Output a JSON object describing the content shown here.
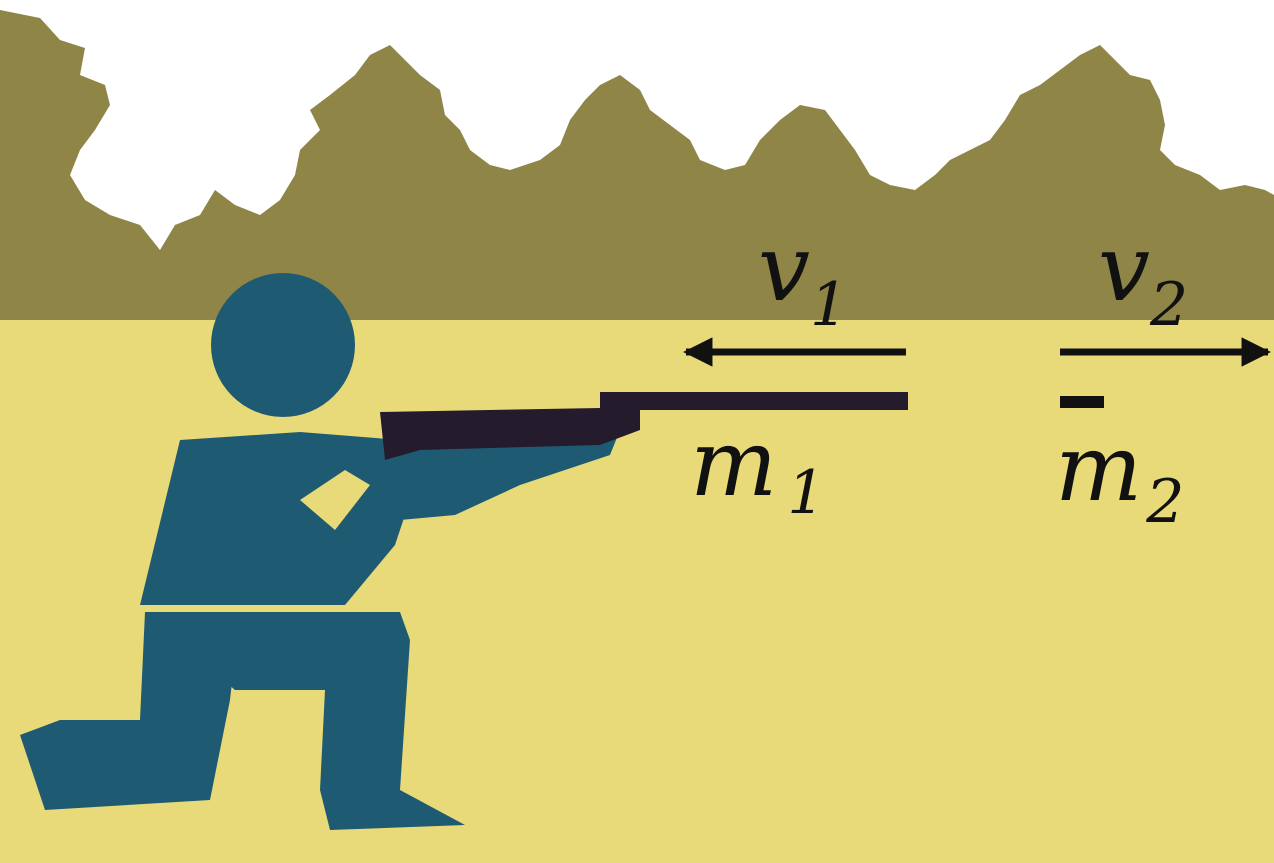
{
  "colors": {
    "sky": "#ffffff",
    "trees": "#8e8547",
    "ground": "#e8da78",
    "figure": "#1f5a73",
    "rifle": "#241c2c",
    "ink": "#111111"
  },
  "labels": {
    "v1": {
      "symbol": "v",
      "sub": "1"
    },
    "v2": {
      "symbol": "v",
      "sub": "2"
    },
    "m1": {
      "symbol": "m",
      "sub": "1"
    },
    "m2": {
      "symbol": "m",
      "sub": "2"
    }
  },
  "arrows": {
    "v1_direction": "left",
    "v2_direction": "right"
  }
}
